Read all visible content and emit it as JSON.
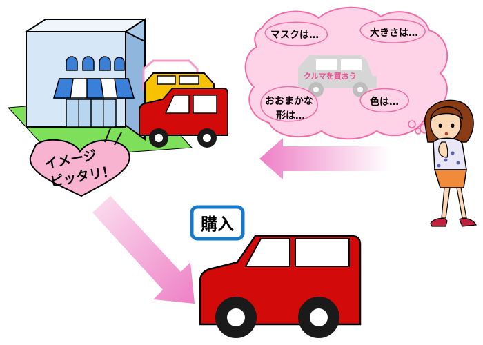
{
  "heart": {
    "line1": "イメージ",
    "line2": "ピッタリ！"
  },
  "thought": {
    "mask": "マスクは…",
    "size": "大きさは…",
    "rough_line1": "おおまかな",
    "rough_line2": "形は…",
    "color": "色は…",
    "car_caption": "クルマを買おう"
  },
  "purchase_label": "購入",
  "colors": {
    "car_red": "#d20a0a",
    "car_yellow": "#f7c200",
    "car_pink_outline": "#f59ac6",
    "heart_pink": "#f7b3cf",
    "cloud_fill": "#ffd3e7",
    "cloud_stroke": "#f26ba8",
    "arrow_pink": "#f080c0",
    "purchase_border": "#1878c8",
    "store_awning": "#3a7fd8",
    "store_wall": "#b8d6ef",
    "grass": "#7ee05a",
    "ghost_car": "#d6d6d6",
    "caption_pink": "#f04a95"
  }
}
